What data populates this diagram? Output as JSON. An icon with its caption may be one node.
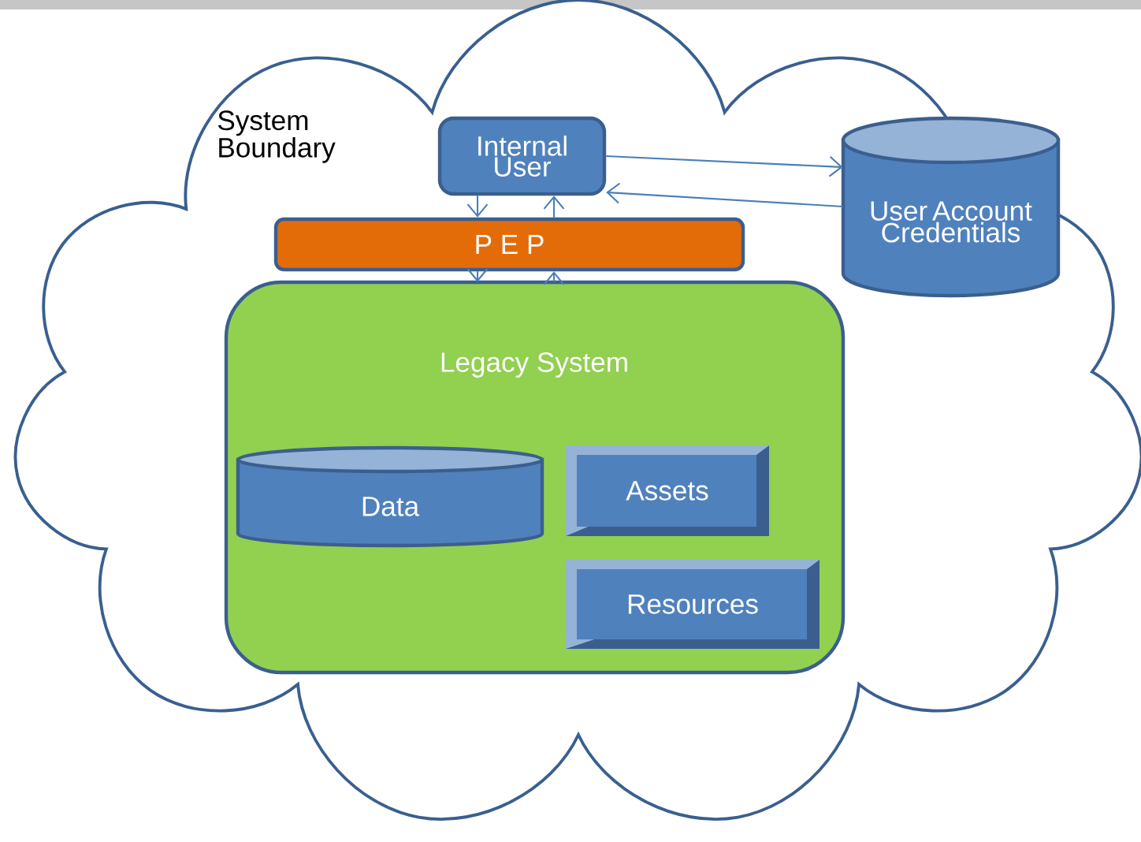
{
  "diagram": {
    "nodes": [
      {
        "text": [
          "System Boundary"
        ]
      },
      {
        "text": [
          "Internal User"
        ],
        "in": 0
      },
      {
        "text": [
          "User Account Credentials"
        ],
        "in": 0
      },
      {
        "text": [
          "P E P"
        ],
        "in": 0
      },
      {
        "text": [
          "Legacy System"
        ],
        "in": 0
      },
      {
        "text": [
          "Data"
        ],
        "in": 4
      },
      {
        "text": [
          "Assets"
        ],
        "in": 4
      },
      {
        "text": [
          "Resources"
        ],
        "in": 4
      }
    ],
    "edges": [
      {
        "from": 1,
        "to": 3,
        "arrow": "to"
      },
      {
        "from": 3,
        "to": 1,
        "arrow": "to"
      },
      {
        "from": 1,
        "to": 2,
        "arrow": "to"
      },
      {
        "from": 2,
        "to": 1,
        "arrow": "to"
      },
      {
        "from": 3,
        "to": 4,
        "arrow": "to"
      },
      {
        "from": 4,
        "to": 3,
        "arrow": "to"
      }
    ]
  }
}
